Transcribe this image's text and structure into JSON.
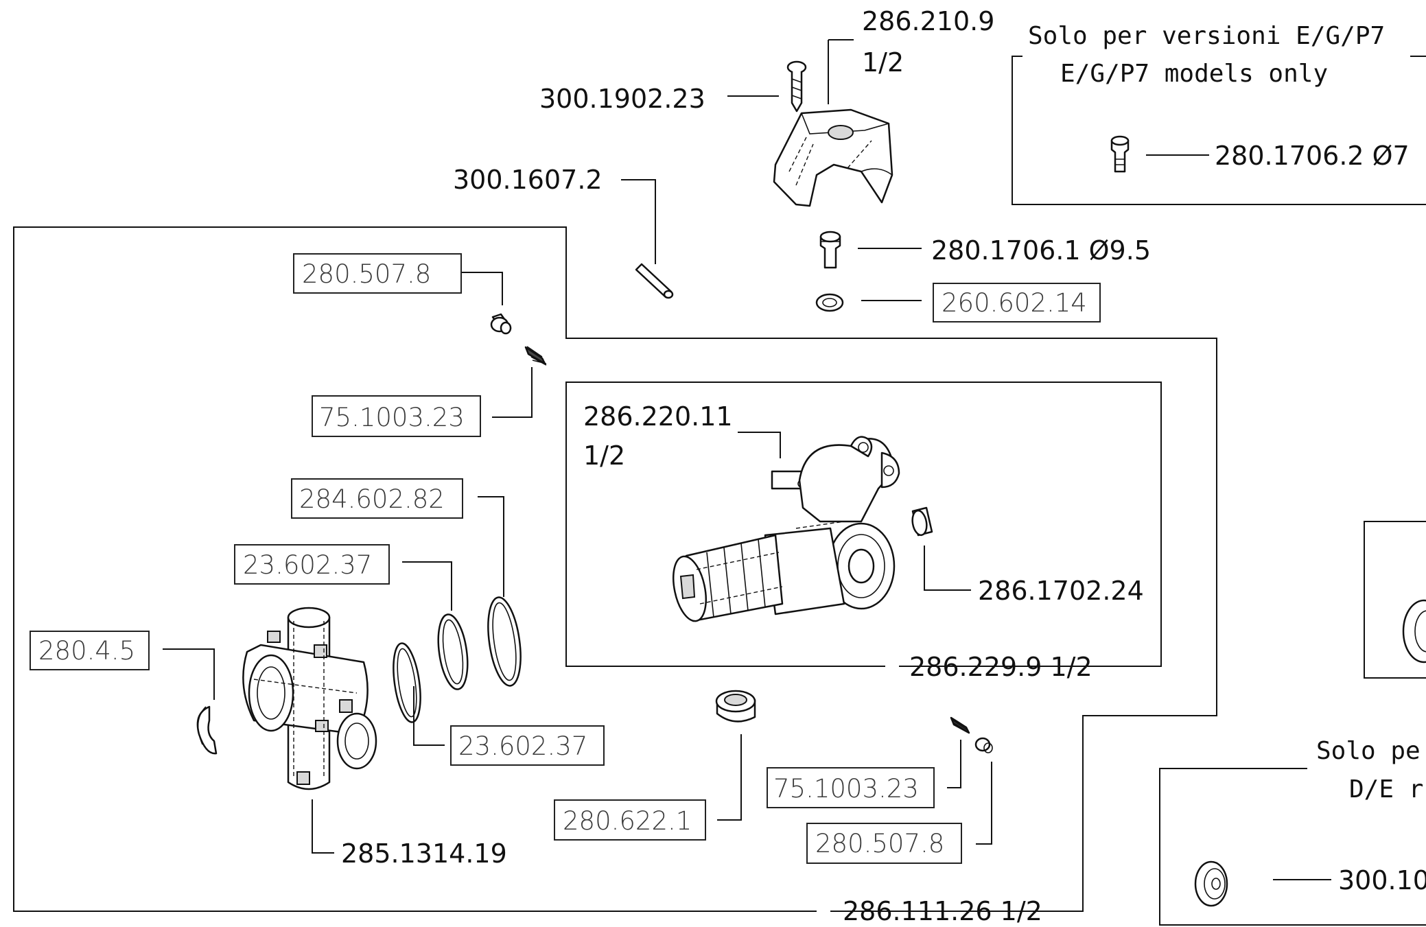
{
  "labels": {
    "p286_210_9": "286.210.9",
    "p286_210_9_qty": "1/2",
    "p300_1902_23": "300.1902.23",
    "p300_1607_2": "300.1607.2",
    "p280_1706_1": "280.1706.1 Ø9.5",
    "p260_602_14": "260.602.14",
    "p280_507_8_a": "280.507.8",
    "p75_1003_23_a": "75.1003.23",
    "p284_602_82": "284.602.82",
    "p23_602_37_a": "23.602.37",
    "p280_4_5": "280.4.5",
    "p23_602_37_b": "23.602.37",
    "p285_1314_19": "285.1314.19",
    "p286_220_11": "286.220.11",
    "p286_220_11_qty": "1/2",
    "p286_1702_24": "286.1702.24",
    "p286_229_9": "286.229.9  1/2",
    "p280_622_1": "280.622.1",
    "p75_1003_23_b": "75.1003.23",
    "p280_507_8_b": "280.507.8",
    "p286_111_26": "286.111.26  1/2",
    "p280_1706_2": "280.1706.2  Ø7",
    "p300_10": "300.10"
  },
  "notes": {
    "egp7_it": "Solo per versioni E/G/P7",
    "egp7_en": "E/G/P7 models only",
    "de_it": "Solo pe",
    "de_en": "D/E r"
  }
}
